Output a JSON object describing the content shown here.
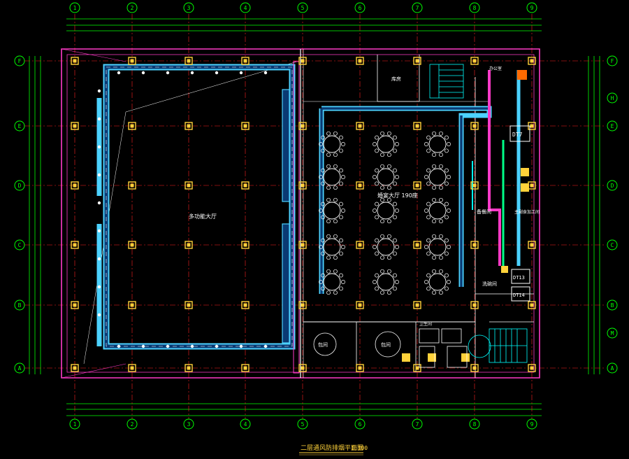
{
  "drawing": {
    "title": "二层通风防排烟平面图",
    "scale": "1:100",
    "columns": [
      "1",
      "2",
      "3",
      "4",
      "5",
      "6",
      "7",
      "8",
      "9"
    ],
    "rows": [
      "A",
      "B",
      "C",
      "D",
      "E",
      "F"
    ],
    "secondary_rows": [
      "M",
      "H"
    ],
    "rooms": {
      "multi_hall": "多功能大厅",
      "banquet": "婚宴大厅 190座",
      "kitchen": "备餐间",
      "prep": "主副食加工间",
      "storage": "库房",
      "washing": "洗碗间",
      "private_room_1": "包间",
      "private_room_2": "包间",
      "office": "办公室",
      "toilet": "卫生间"
    },
    "equipment": {
      "dt7": "DT7",
      "dt13": "DT13",
      "dt14": "DT14"
    }
  },
  "colors": {
    "background": "#000000",
    "grid": "#00ff00",
    "axis_line": "#ff2020",
    "wall": "#ff3ac8",
    "duct": "#4cd2ff",
    "duct_fill": "#0a3a73",
    "column": "#ffd23a",
    "table": "#ffffff",
    "title": "#ffd23a"
  }
}
